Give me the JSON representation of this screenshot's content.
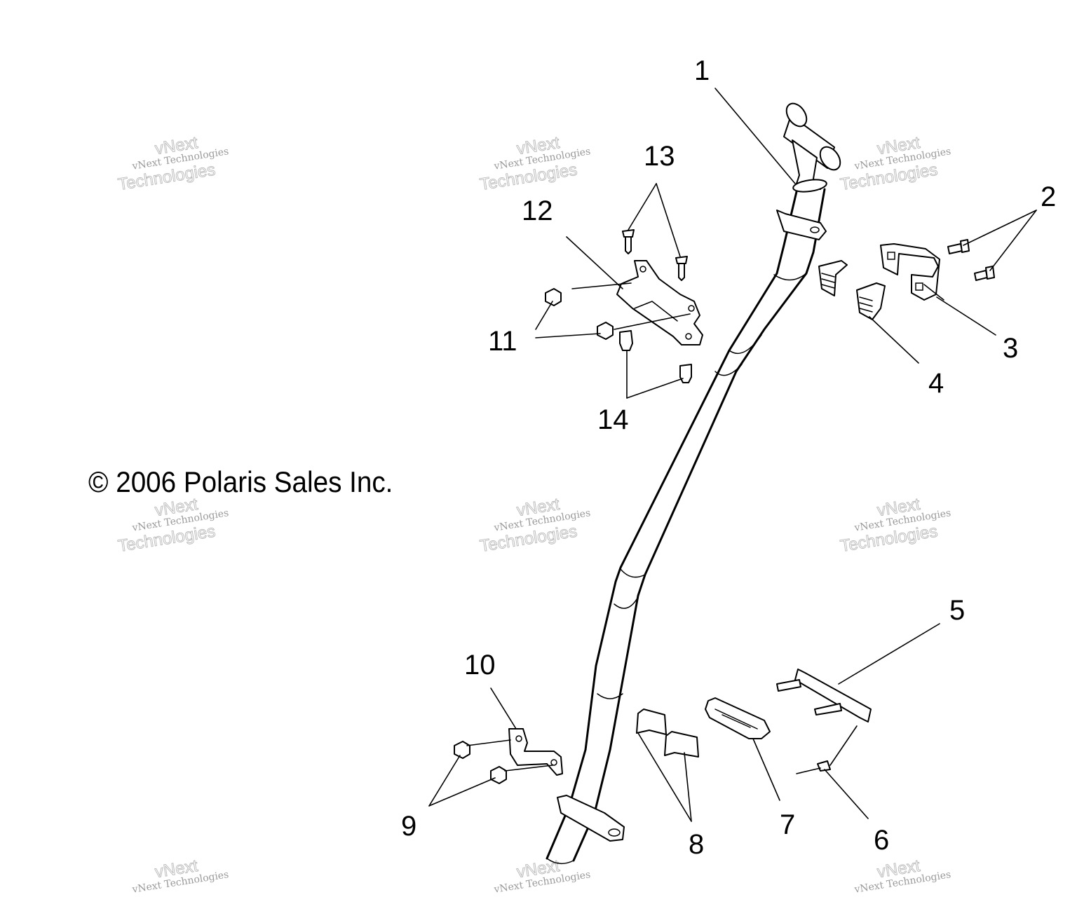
{
  "copyright": "© 2006 Polaris Sales Inc.",
  "watermark": {
    "line1": "vNext",
    "line2": "vNext Technologies",
    "line3": "Technologies"
  },
  "callouts": [
    "1",
    "2",
    "3",
    "4",
    "5",
    "6",
    "7",
    "8",
    "9",
    "10",
    "11",
    "12",
    "13",
    "14"
  ]
}
